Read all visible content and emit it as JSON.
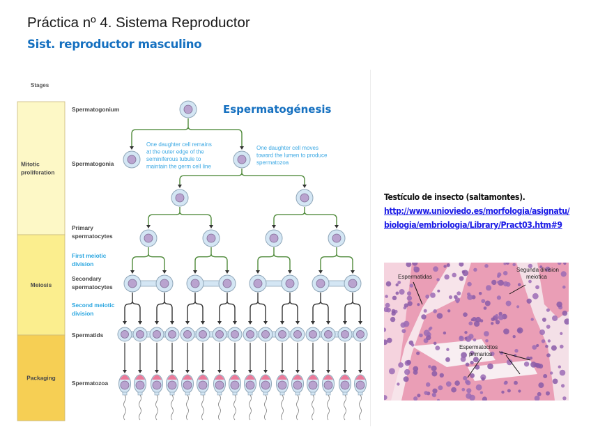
{
  "slide": {
    "title": "Práctica nº 4. Sistema Reproductor",
    "subtitle": "Sist. reproductor masculino"
  },
  "diagram": {
    "title": "Espermatogénesis",
    "stages_header": "Stages",
    "stages": [
      {
        "label": "Mitotic proliferation",
        "lines": [
          "Mitotic",
          "proliferation"
        ],
        "color": "#fdf8c6"
      },
      {
        "label": "Meiosis",
        "lines": [
          "Meiosis"
        ],
        "color": "#fbee8e"
      },
      {
        "label": "Packaging",
        "lines": [
          "Packaging"
        ],
        "color": "#f6cf54"
      }
    ],
    "row_labels": [
      {
        "key": "spermatogonium",
        "lines": [
          "Spermatogonium"
        ],
        "kind": "cell"
      },
      {
        "key": "spermatogonia",
        "lines": [
          "Spermatogonia"
        ],
        "kind": "cell"
      },
      {
        "key": "primary",
        "lines": [
          "Primary",
          "spermatocytes"
        ],
        "kind": "cell"
      },
      {
        "key": "first-meiotic",
        "lines": [
          "First meiotic",
          "division"
        ],
        "kind": "process"
      },
      {
        "key": "secondary",
        "lines": [
          "Secondary",
          "spermatocytes"
        ],
        "kind": "cell"
      },
      {
        "key": "second-meiotic",
        "lines": [
          "Second meiotic",
          "division"
        ],
        "kind": "process"
      },
      {
        "key": "spermatids",
        "lines": [
          "Spermatids"
        ],
        "kind": "cell"
      },
      {
        "key": "spermatozoa",
        "lines": [
          "Spermatozoa"
        ],
        "kind": "cell"
      }
    ],
    "annotations": [
      {
        "key": "remains",
        "lines": [
          "One daughter cell remains",
          "at the outer edge of the",
          "seminiferous tubule to",
          "maintain the germ cell line"
        ]
      },
      {
        "key": "moves",
        "lines": [
          "One daughter cell moves",
          "toward the lumen to produce",
          "spermatozoa"
        ]
      }
    ],
    "colors": {
      "cytoplasm": "#d4e6f4",
      "nucleus": "#b9a3cf",
      "acrosome": "#ec7a9a",
      "arrow_green": "#4f8a3a",
      "arrow_dark": "#333333",
      "process_text": "#2aa6e0",
      "annotation_text": "#39a7e3",
      "title_text": "#1570c0"
    }
  },
  "caption": {
    "title": "Testículo de insecto (saltamontes).",
    "link": "http://www.unioviedo.es/morfologia/asignatu/biologia/embriologia/Library/Pract03.htm#9"
  },
  "micrograph": {
    "labels": [
      "Espermatidas",
      "Segunda division meiotica",
      "Espermatocitos primarios"
    ]
  }
}
